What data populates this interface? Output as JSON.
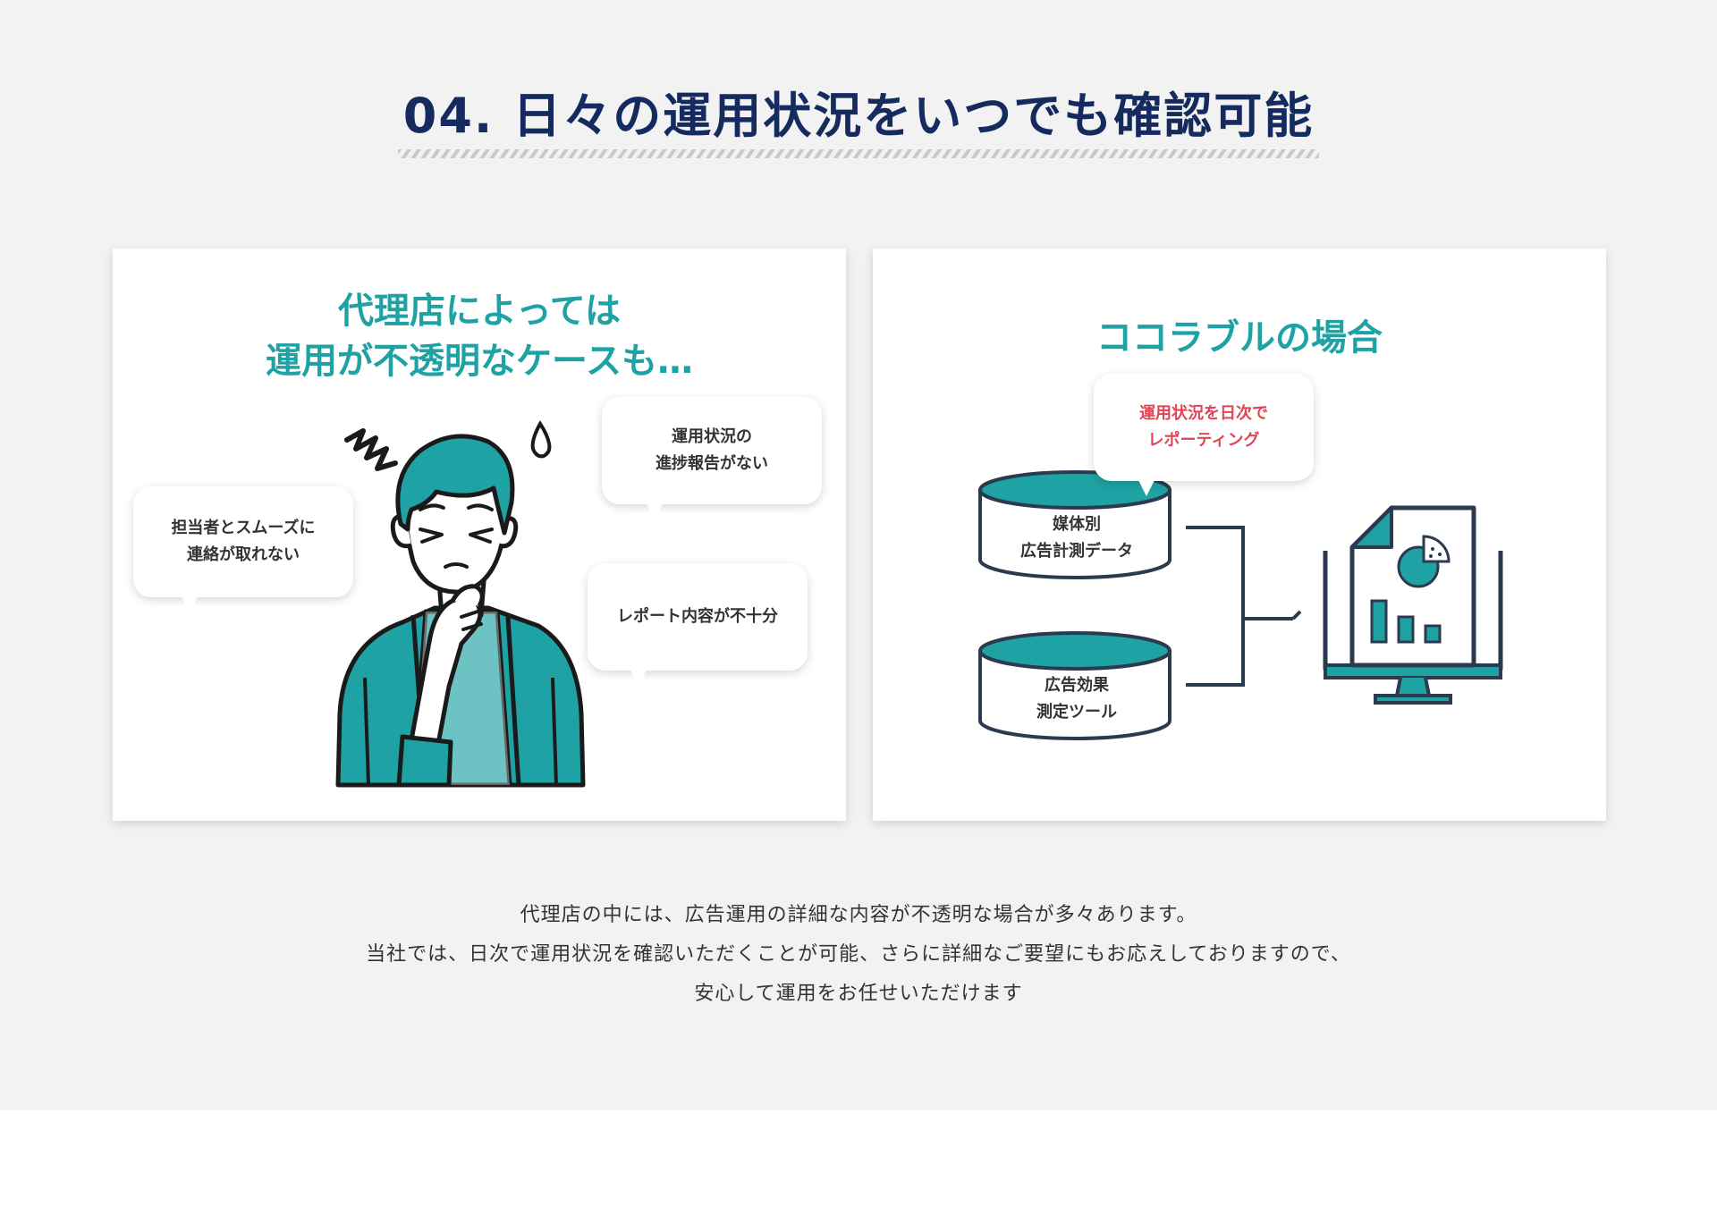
{
  "heading": {
    "title": "04. 日々の運用状況をいつでも確認可能"
  },
  "left_card": {
    "title_line1": "代理店によっては",
    "title_line2": "運用が不透明なケースも…",
    "bubbles": [
      {
        "line1": "担当者とスムーズに",
        "line2": "連絡が取れない"
      },
      {
        "line1": "運用状況の",
        "line2": "進捗報告がない"
      },
      {
        "line1": "レポート内容が不十分"
      }
    ]
  },
  "right_card": {
    "title": "ココラブルの場合",
    "bubble": {
      "line1": "運用状況を日次で",
      "line2": "レポーティング"
    },
    "sources": [
      {
        "line1": "媒体別",
        "line2": "広告計測データ"
      },
      {
        "line1": "広告効果",
        "line2": "測定ツール"
      }
    ]
  },
  "description": {
    "line1": "代理店の中には、広告運用の詳細な内容が不透明な場合が多々あります。",
    "line2": "当社では、日次で運用状況を確認いただくことが可能、さらに詳細なご要望にもお応えしておりますので、",
    "line3": "安心して運用をお任せいただけます"
  },
  "colors": {
    "accent_teal": "#1fa2a4",
    "navy": "#152a5e",
    "alert_red": "#e04555",
    "dark_line": "#2c3a4f",
    "section_bg": "#f2f2f2"
  },
  "icons": [
    "worried-man-illustration",
    "stress-scribble-icon",
    "sweat-drop-icon",
    "database-icon",
    "monitor-report-icon",
    "pie-chart-icon",
    "bar-chart-icon"
  ]
}
